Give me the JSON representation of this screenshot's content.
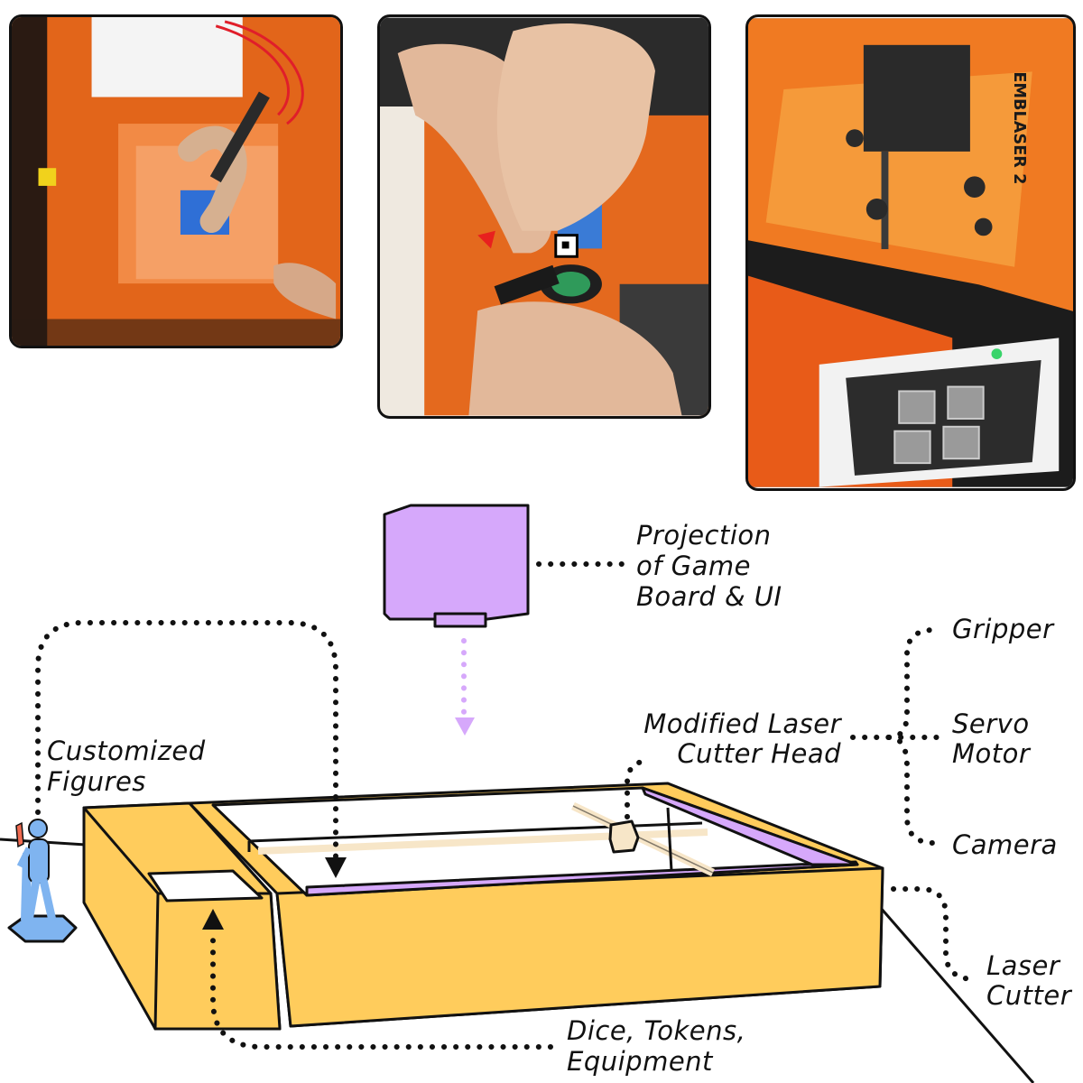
{
  "labels": {
    "projection": [
      "Projection",
      "of Game",
      "Board & UI"
    ],
    "gripper": "Gripper",
    "servo": [
      "Servo",
      "Motor"
    ],
    "camera": "Camera",
    "laser_head": [
      "Modified Laser",
      "Cutter Head"
    ],
    "figures": [
      "Customized",
      "Figures"
    ],
    "laser_cutter": [
      "Laser",
      "Cutter"
    ],
    "dice": [
      "Dice, Tokens,",
      "Equipment"
    ]
  },
  "photo_text": {
    "brand": "EMBLASER 2"
  },
  "colors": {
    "machine_yellow": "#ffcc5c",
    "projector_purple": "#d6a8fb",
    "figure_blue": "#7fb4f0",
    "laser_orange": "#f26a1b"
  }
}
